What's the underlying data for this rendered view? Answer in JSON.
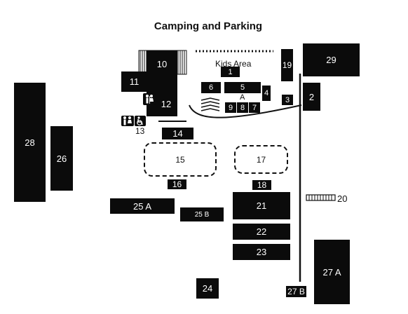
{
  "title": "Camping and Parking",
  "kids_area": "Kids Area",
  "section_a": "A",
  "blocks": {
    "b1": "1",
    "b2": "2",
    "b3": "3",
    "b4": "4",
    "b5": "5",
    "b6": "6",
    "b7": "7",
    "b8": "8",
    "b9": "9",
    "b10": "10",
    "b11": "11",
    "b12": "12",
    "b13": "13",
    "b14": "14",
    "b15": "15",
    "b16": "16",
    "b17": "17",
    "b18": "18",
    "b19": "19",
    "b20": "20",
    "b21": "21",
    "b22": "22",
    "b23": "23",
    "b24": "24",
    "b25a": "25 A",
    "b25b": "25 B",
    "b26": "26",
    "b27a": "27 A",
    "b27b": "27 B",
    "b28": "28",
    "b29": "29"
  },
  "icons": [
    "restroom-icon",
    "accessible-restroom-icon"
  ],
  "colors": {
    "block": "#0b0b0b",
    "background": "#ffffff"
  }
}
